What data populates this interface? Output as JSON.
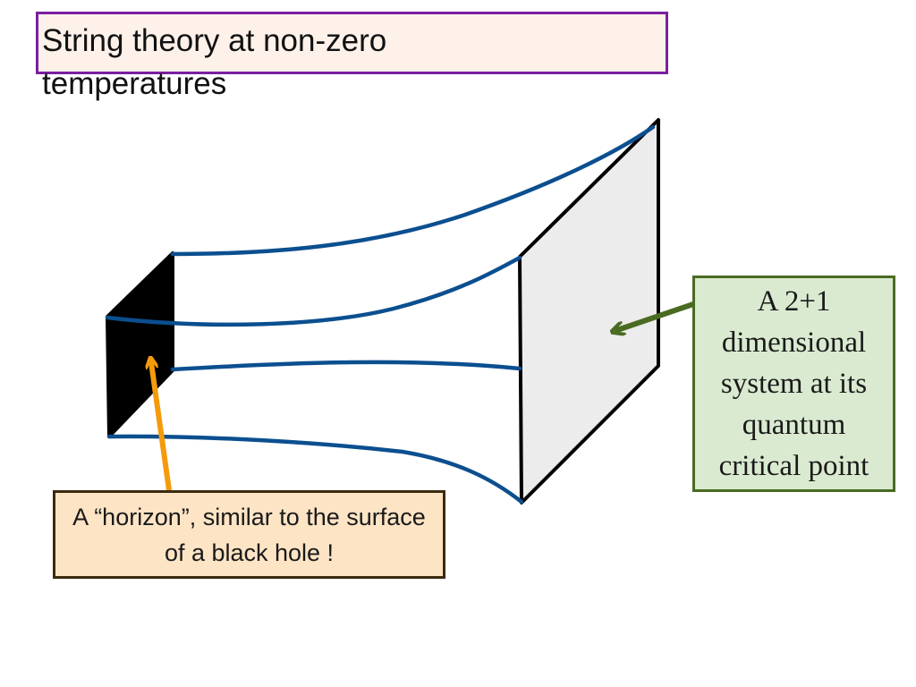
{
  "title": "String theory at non-zero temperatures",
  "callouts": {
    "horizon": "A “horizon”, similar to the surface of a black hole !",
    "system": "A 2+1 dimensional system at its quantum critical point"
  },
  "colors": {
    "title_border": "#7a1fa0",
    "title_fill": "#fdf1ea",
    "string_lines": "#0b4f8f",
    "horizon_face": "#000000",
    "boundary_face": "#ececec",
    "horizon_arrow": "#f59a0a",
    "system_arrow": "#4a6b22",
    "horizon_box_fill": "#fde4c5",
    "system_box_fill": "#d9ead0"
  }
}
